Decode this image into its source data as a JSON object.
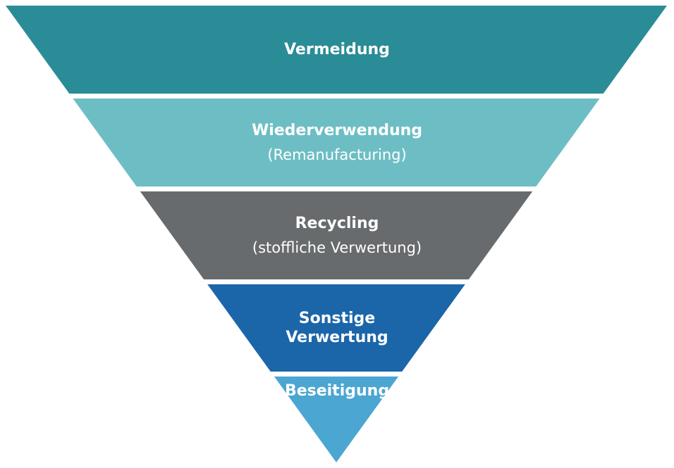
{
  "diagram": {
    "type": "inverted-pyramid",
    "subject": "waste-hierarchy",
    "text_color": "#ffffff",
    "background_color": "#ffffff",
    "levels": [
      {
        "rank": 1,
        "label": "Vermeidung",
        "sublabel": "",
        "color": "#2a8c96"
      },
      {
        "rank": 2,
        "label": "Wiederverwendung",
        "sublabel": "(Remanufacturing)",
        "color": "#6dbec4"
      },
      {
        "rank": 3,
        "label": "Recycling",
        "sublabel": "(stoffliche Verwertung)",
        "color": "#686b6d"
      },
      {
        "rank": 4,
        "label": "Sonstige Verwertung",
        "sublabel": "",
        "color": "#1b66a9"
      },
      {
        "rank": 5,
        "label": "Beseitigung",
        "sublabel": "",
        "color": "#4ba6d1"
      }
    ]
  }
}
